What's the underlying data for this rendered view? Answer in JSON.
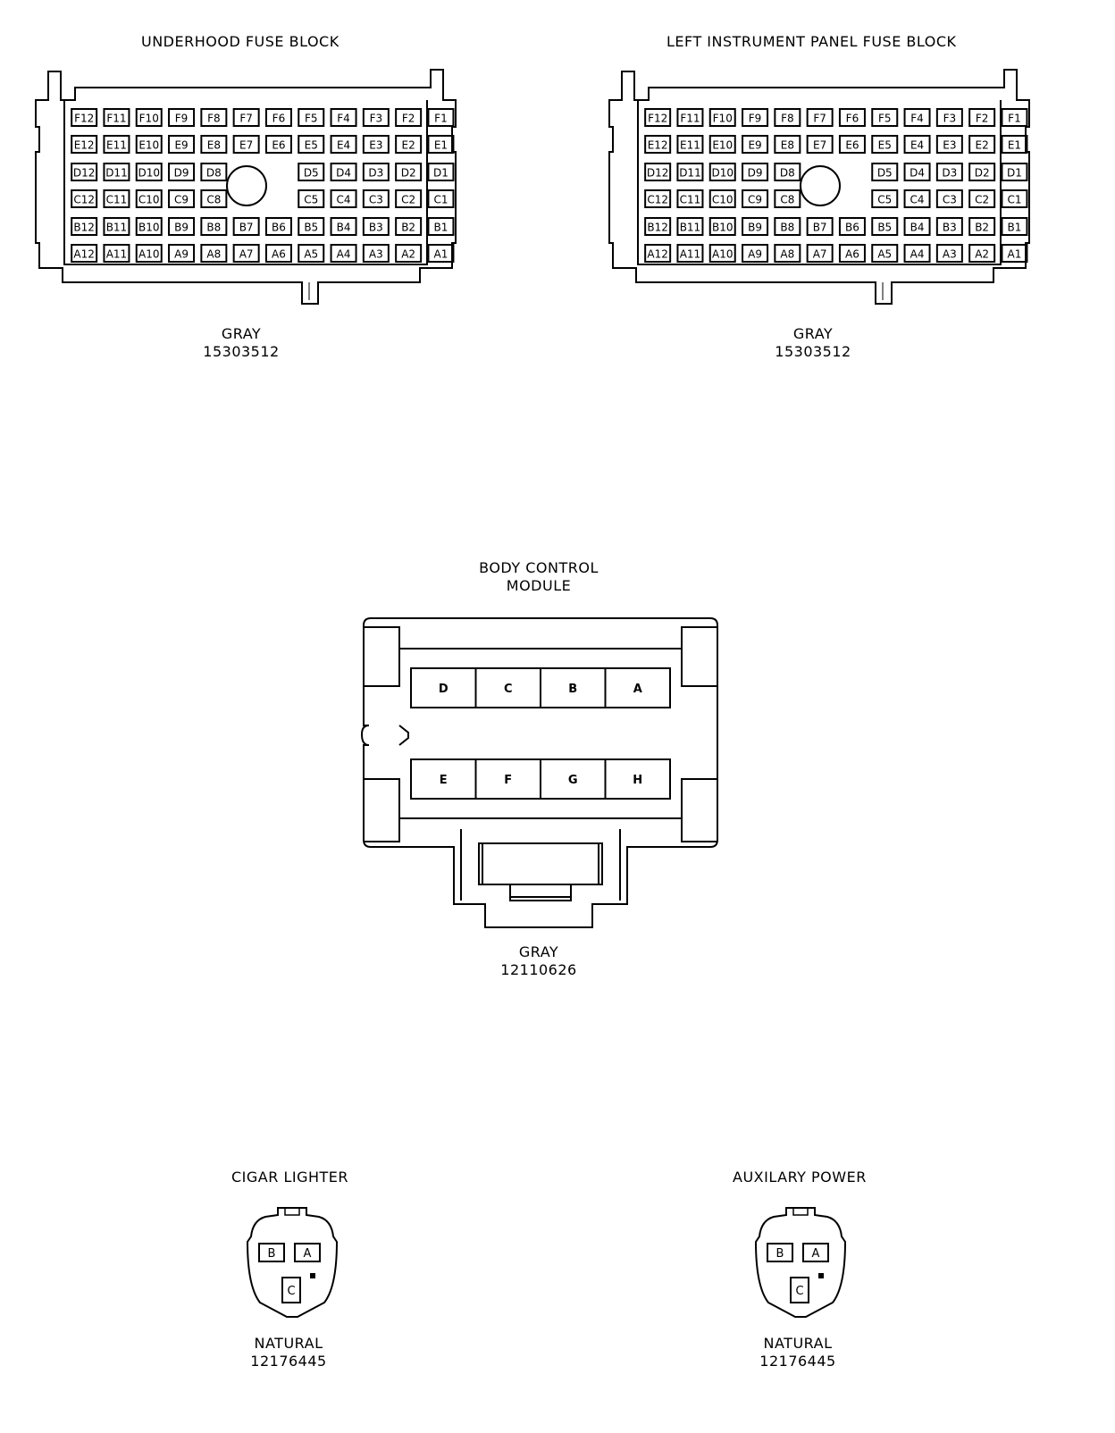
{
  "fuse_block_rows": [
    [
      "F12",
      "F11",
      "F10",
      "F9",
      "F8",
      "F7",
      "F6",
      "F5",
      "F4",
      "F3",
      "F2",
      "F1"
    ],
    [
      "E12",
      "E11",
      "E10",
      "E9",
      "E8",
      "E7",
      "E6",
      "E5",
      "E4",
      "E3",
      "E2",
      "E1"
    ],
    [
      "D12",
      "D11",
      "D10",
      "D9",
      "D8",
      "",
      "",
      "D5",
      "D4",
      "D3",
      "D2",
      "D1"
    ],
    [
      "C12",
      "C11",
      "C10",
      "C9",
      "C8",
      "",
      "",
      "C5",
      "C4",
      "C3",
      "C2",
      "C1"
    ],
    [
      "B12",
      "B11",
      "B10",
      "B9",
      "B8",
      "B7",
      "B6",
      "B5",
      "B4",
      "B3",
      "B2",
      "B1"
    ],
    [
      "A12",
      "A11",
      "A10",
      "A9",
      "A8",
      "A7",
      "A6",
      "A5",
      "A4",
      "A3",
      "A2",
      "A1"
    ]
  ],
  "underhood": {
    "title": "UNDERHOOD FUSE BLOCK",
    "color": "GRAY",
    "part": "15303512"
  },
  "left_ip": {
    "title": "LEFT INSTRUMENT PANEL FUSE BLOCK",
    "color": "GRAY",
    "part": "15303512"
  },
  "bcm": {
    "title_line1": "BODY CONTROL",
    "title_line2": "MODULE",
    "top_row": [
      "D",
      "C",
      "B",
      "A"
    ],
    "bottom_row": [
      "E",
      "F",
      "G",
      "H"
    ],
    "color": "GRAY",
    "part": "12110626"
  },
  "cigar": {
    "title": "CIGAR LIGHTER",
    "pins": [
      "B",
      "A",
      "C"
    ],
    "color": "NATURAL",
    "part": "12176445"
  },
  "aux": {
    "title": "AUXILARY POWER",
    "pins": [
      "B",
      "A",
      "C"
    ],
    "color": "NATURAL",
    "part": "12176445"
  }
}
